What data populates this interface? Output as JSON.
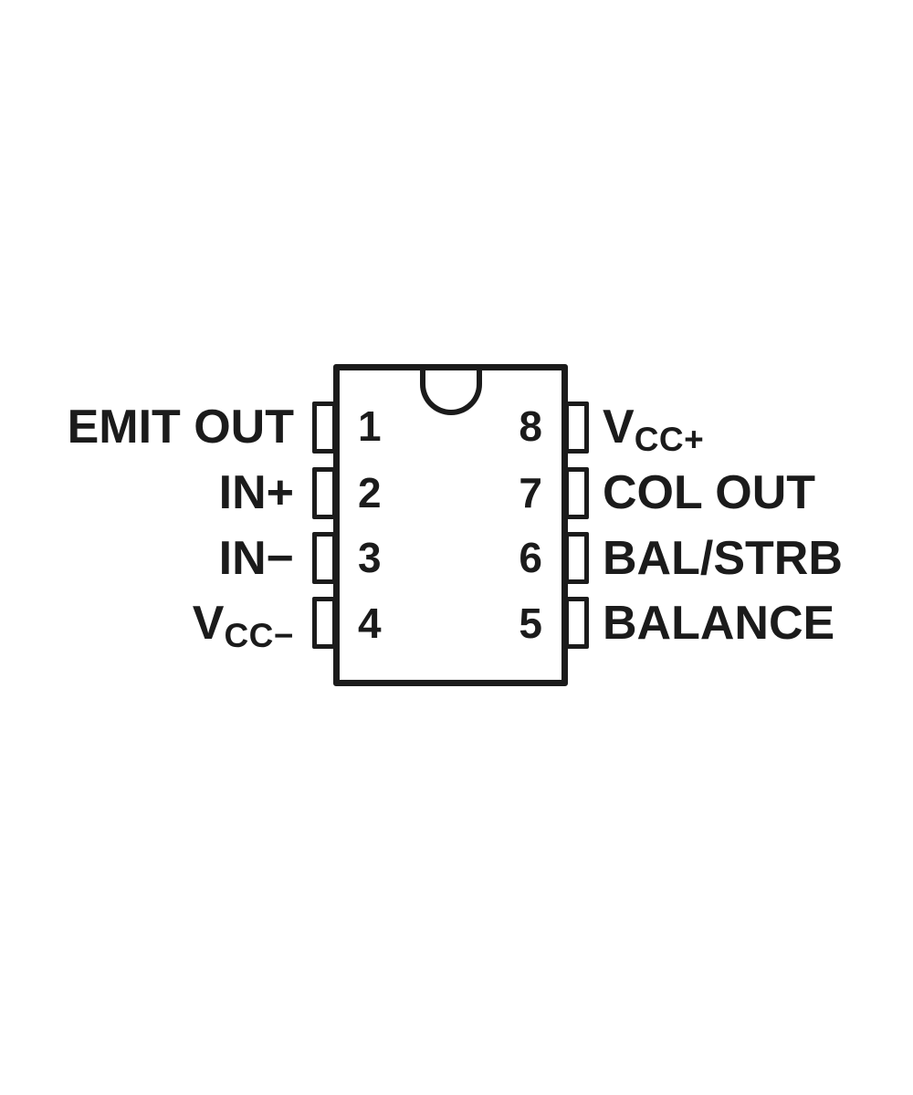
{
  "pinout": {
    "left_pins": [
      {
        "number": "1",
        "label": "EMIT OUT",
        "sub": ""
      },
      {
        "number": "2",
        "label": "IN+",
        "sub": ""
      },
      {
        "number": "3",
        "label": "IN−",
        "sub": ""
      },
      {
        "number": "4",
        "label": "V",
        "sub": "CC−"
      }
    ],
    "right_pins": [
      {
        "number": "8",
        "label": "V",
        "sub": "CC+"
      },
      {
        "number": "7",
        "label": "COL OUT",
        "sub": ""
      },
      {
        "number": "6",
        "label": "BAL/STRB",
        "sub": ""
      },
      {
        "number": "5",
        "label": "BALANCE",
        "sub": ""
      }
    ],
    "colors": {
      "line": "#1b1b1b",
      "text": "#1b1b1b",
      "background": "#ffffff"
    }
  }
}
